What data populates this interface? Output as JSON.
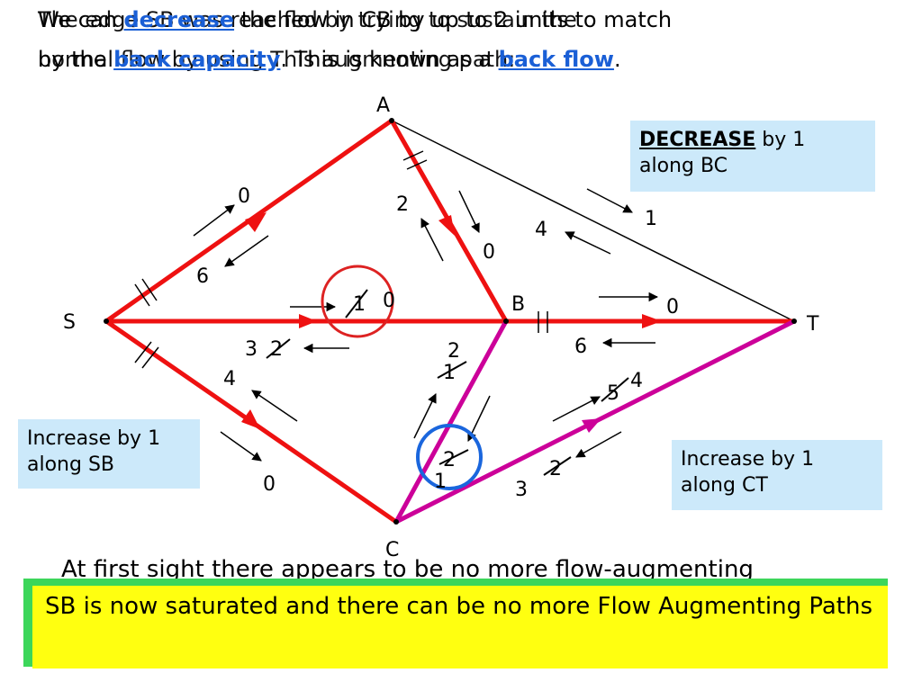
{
  "header": {
    "line1_ghost": "The edge SB was reached by trying to sustain the",
    "line1_a": "We can",
    "line1_kw": "decrease",
    "line1_b": "the flow in CB by up to 2 units to match",
    "line2_ghost": "normal flow by using This augmenting path:",
    "line2_a": "by the",
    "line2_kw1": "back capacity",
    "line2_b": ". This is known as a",
    "line2_kw2": "back flow",
    "line2_c": "."
  },
  "nodes": {
    "S": "S",
    "A": "A",
    "B": "B",
    "C": "C",
    "T": "T"
  },
  "edge_labels": {
    "SA_forward": "0",
    "SA_back": "6",
    "AB_back": "2",
    "AB_forward": "0",
    "AT_back": "4",
    "AT_forward": "1",
    "SB_forward_old": "1",
    "SB_forward_new": "0",
    "SB_back_old": "2",
    "SB_back_new": "3",
    "SC_back": "4",
    "SC_forward": "0",
    "BT_forward": "0",
    "BT_back": "6",
    "CB_top_new": "2",
    "CB_top_old": "1",
    "CB_mid_old": "2",
    "CB_bottom_new": "1",
    "CT_forward_old": "5",
    "CT_forward_new": "4",
    "CT_back_old": "2",
    "CT_back_new": "3"
  },
  "notes": {
    "decrease_bold": "DECREASE",
    "decrease_rest": " by 1",
    "decrease_line2": "along BC",
    "sb_line1": "Increase by 1",
    "sb_line2": "along SB",
    "ct_line1": "Increase by 1",
    "ct_line2": "along CT"
  },
  "footer": {
    "behind_text": "At first sight there appears to be no more flow-augmenting",
    "conclusion": "SB is now saturated and there can be no more Flow Augmenting Paths"
  },
  "colors": {
    "path_red": "#ee1111",
    "path_magenta": "#cc0099",
    "link_blue": "#1a5fd6",
    "note_bg": "#cce9fa",
    "highlight_yellow": "#ffff10",
    "highlight_green": "#3cd65a",
    "circle_red": "#dd2222",
    "circle_blue": "#1a66dd"
  }
}
